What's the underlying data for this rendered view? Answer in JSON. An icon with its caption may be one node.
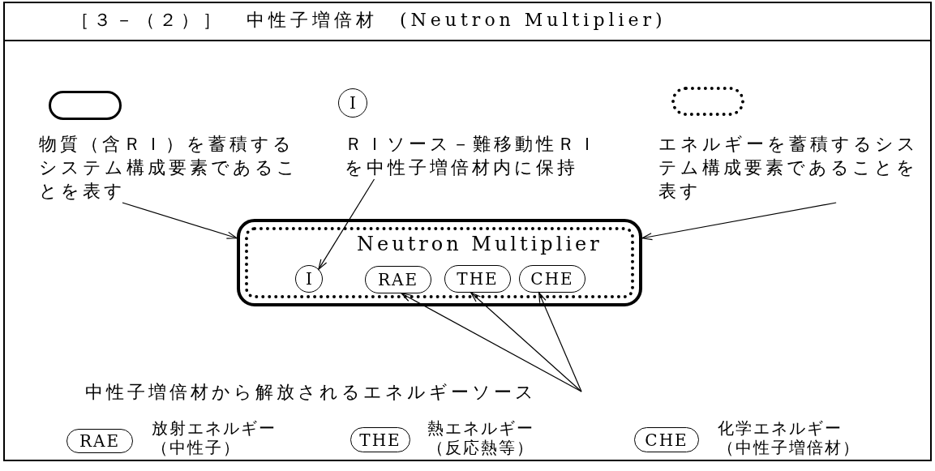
{
  "diagram": {
    "title": "［３－（２）］　中性子増倍材　(Neutron Multiplier)",
    "nodes": [
      {
        "text": [
          "Neutron Multiplier"
        ]
      },
      {
        "text": [
          "I"
        ],
        "in": 0
      },
      {
        "text": [
          "RAE"
        ],
        "in": 0
      },
      {
        "text": [
          "THE"
        ],
        "in": 0
      },
      {
        "text": [
          "CHE"
        ],
        "in": 0
      },
      {
        "text": [],
        "shape": "box"
      },
      {
        "text": [
          "物質（含ＲＩ）を蓄積するシステム構成要素であることを表す"
        ]
      },
      {
        "text": [
          "I"
        ]
      },
      {
        "text": [
          "ＲＩソース－難移動性ＲＩを中性子増倍材内に保持"
        ]
      },
      {
        "text": [],
        "shape": "box"
      },
      {
        "text": [
          "エネルギーを蓄積するシステム構成要素であることを表す"
        ]
      },
      {
        "text": [
          "中性子増倍材から解放されるエネルギーソース"
        ]
      },
      {
        "text": [
          "RAE"
        ],
        "beside": [
          "放射エネルギー（中性子）"
        ]
      },
      {
        "text": [
          "THE"
        ],
        "beside": [
          "熱エネルギー（反応熱等）"
        ]
      },
      {
        "text": [
          "CHE"
        ],
        "beside": [
          "化学エネルギー（中性子増倍材）"
        ]
      }
    ],
    "edges": [
      {
        "from": 6,
        "to": 0,
        "arrow": "to"
      },
      {
        "from": 8,
        "to": 1,
        "arrow": "to"
      },
      {
        "from": 10,
        "to": 0,
        "arrow": "to"
      },
      {
        "from": 11,
        "to": 2,
        "arrow": "to"
      },
      {
        "from": 11,
        "to": 3,
        "arrow": "to"
      },
      {
        "from": 11,
        "to": 4,
        "arrow": "to"
      }
    ]
  }
}
